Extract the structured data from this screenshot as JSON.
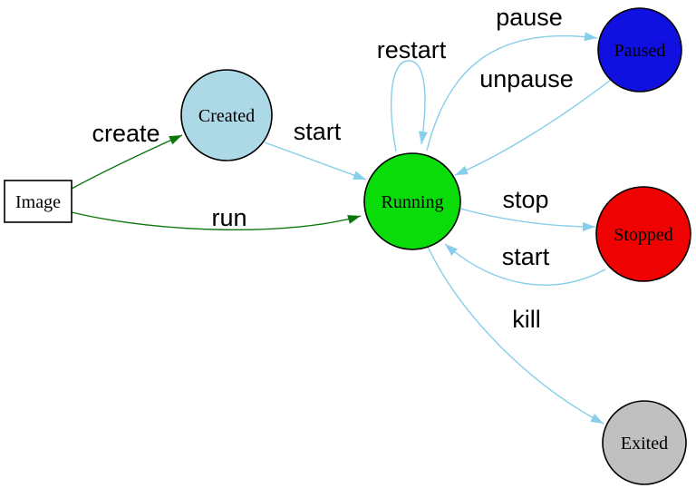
{
  "diagram": {
    "type": "state-diagram",
    "nodes": [
      {
        "id": "image",
        "label": "Image",
        "shape": "box",
        "fill": "#FFFFFF",
        "border": "#2222DD"
      },
      {
        "id": "created",
        "label": "Created",
        "shape": "circle",
        "fill": "#ADD8E6"
      },
      {
        "id": "running",
        "label": "Running",
        "shape": "circle",
        "fill": "#0ADC0A"
      },
      {
        "id": "paused",
        "label": "Paused",
        "shape": "circle",
        "fill": "#1010E0"
      },
      {
        "id": "stopped",
        "label": "Stopped",
        "shape": "circle",
        "fill": "#EE0202"
      },
      {
        "id": "exited",
        "label": "Exited",
        "shape": "circle",
        "fill": "#C0C0C0"
      }
    ],
    "edges": [
      {
        "from": "image",
        "to": "created",
        "label": "create",
        "color": "#0B770B"
      },
      {
        "from": "image",
        "to": "running",
        "label": "run",
        "color": "#0B770B"
      },
      {
        "from": "created",
        "to": "running",
        "label": "start",
        "color": "#87CEEB"
      },
      {
        "from": "running",
        "to": "running",
        "label": "restart",
        "color": "#87CEEB"
      },
      {
        "from": "running",
        "to": "paused",
        "label": "pause",
        "color": "#87CEEB"
      },
      {
        "from": "paused",
        "to": "running",
        "label": "unpause",
        "color": "#87CEEB"
      },
      {
        "from": "running",
        "to": "stopped",
        "label": "stop",
        "color": "#87CEEB"
      },
      {
        "from": "stopped",
        "to": "running",
        "label": "start",
        "color": "#87CEEB"
      },
      {
        "from": "running",
        "to": "exited",
        "label": "kill",
        "color": "#87CEEB"
      }
    ],
    "colors": {
      "edge_light": "#87CEEB",
      "edge_dark": "#0B770B",
      "background": "#FFFFFF"
    }
  }
}
